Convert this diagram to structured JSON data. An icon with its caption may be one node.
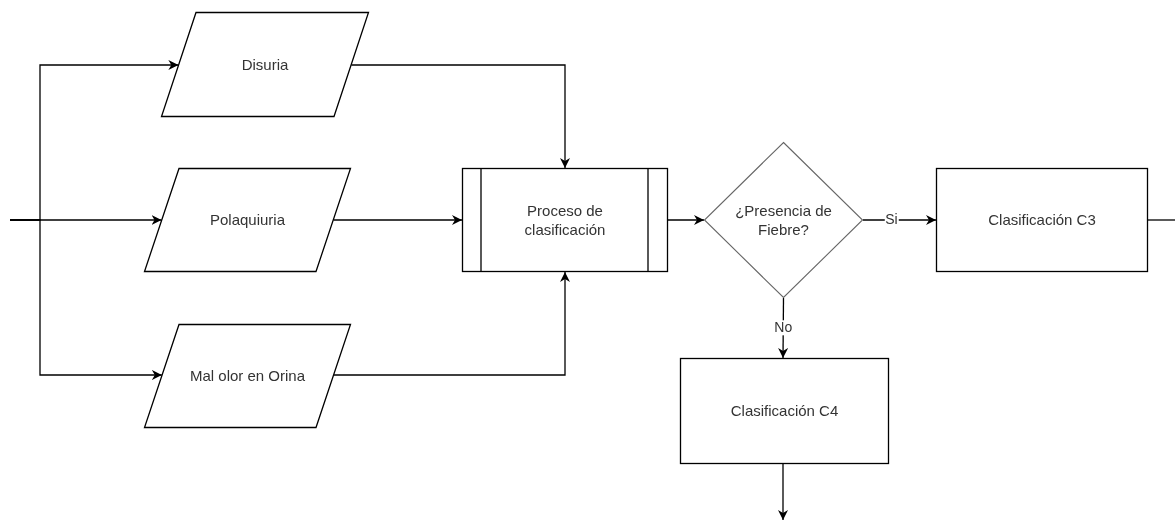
{
  "diagram": {
    "nodes": [
      {
        "text": [
          "Disuria"
        ]
      },
      {
        "text": [
          "Polaquiuria"
        ]
      },
      {
        "text": [
          "Mal olor en Orina"
        ]
      },
      {
        "text": [
          "Proceso de clasificación"
        ]
      },
      {
        "text": [
          "¿Presencia de Fiebre?"
        ]
      },
      {
        "text": [
          "Clasificación C3"
        ]
      },
      {
        "text": [
          "Clasificación C4"
        ]
      }
    ],
    "edges": [
      {
        "from": null,
        "to": 0,
        "arrow": "to"
      },
      {
        "from": null,
        "to": 1,
        "arrow": "to"
      },
      {
        "from": null,
        "to": 2,
        "arrow": "to"
      },
      {
        "from": 0,
        "to": 3,
        "arrow": "to"
      },
      {
        "from": 1,
        "to": 3,
        "arrow": "to"
      },
      {
        "from": 2,
        "to": 3,
        "arrow": "to"
      },
      {
        "from": 3,
        "to": 4,
        "arrow": "to"
      },
      {
        "from": 4,
        "to": 5,
        "label": "Si",
        "arrow": "to"
      },
      {
        "from": 4,
        "to": 6,
        "label": "No",
        "arrow": "to"
      },
      {
        "from": 5,
        "to": null,
        "arrow": "none"
      },
      {
        "from": 6,
        "to": null,
        "arrow": "to"
      }
    ]
  }
}
